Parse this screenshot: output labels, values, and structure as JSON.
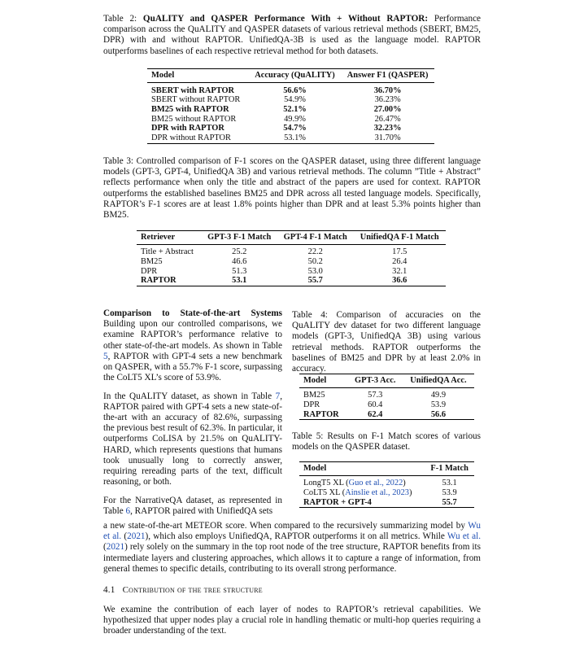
{
  "table2": {
    "caption_label": "Table 2:",
    "caption_title": "QuALITY and QASPER Performance With + Without RAPTOR:",
    "caption_text": " Performance comparison across the QuALITY and QASPER datasets of various retrieval methods (SBERT, BM25, DPR) with and without RAPTOR. UnifiedQA-3B is used as the language model. RAPTOR outperforms baselines of each respective retrieval method for both datasets.",
    "headers": [
      "Model",
      "Accuracy (QuALITY)",
      "Answer F1 (QASPER)"
    ],
    "rows": [
      [
        "SBERT with RAPTOR",
        "56.6%",
        "36.70%"
      ],
      [
        "SBERT without RAPTOR",
        "54.9%",
        "36.23%"
      ],
      [
        "BM25 with RAPTOR",
        "52.1%",
        "27.00%"
      ],
      [
        "BM25 without RAPTOR",
        "49.9%",
        "26.47%"
      ],
      [
        "DPR with RAPTOR",
        "54.7%",
        "32.23%"
      ],
      [
        "DPR without RAPTOR",
        "53.1%",
        "31.70%"
      ]
    ]
  },
  "table3": {
    "caption": "Table 3: Controlled comparison of F-1 scores on the QASPER dataset, using three different language models (GPT-3, GPT-4, UnifiedQA 3B) and various retrieval methods. The column ”Title + Abstract” reflects performance when only the title and abstract of the papers are used for context. RAPTOR outperforms the established baselines BM25 and DPR across all tested language models. Specifically, RAPTOR’s F-1 scores are at least 1.8% points higher than DPR and at least 5.3% points higher than BM25.",
    "headers": [
      "Retriever",
      "GPT-3 F-1 Match",
      "GPT-4 F-1 Match",
      "UnifiedQA F-1 Match"
    ],
    "rows": [
      [
        "Title + Abstract",
        "25.2",
        "22.2",
        "17.5"
      ],
      [
        "BM25",
        "46.6",
        "50.2",
        "26.4"
      ],
      [
        "DPR",
        "51.3",
        "53.0",
        "32.1"
      ],
      [
        "RAPTOR",
        "53.1",
        "55.7",
        "36.6"
      ]
    ]
  },
  "left_col": {
    "heading": "Comparison to State-of-the-art Systems",
    "p1_rest": " Building upon our controlled comparisons, we examine RAPTOR’s performance relative to other state-of-the-art models. As shown in Table ",
    "p1_ref": "5",
    "p1_end": ", RAPTOR with GPT-4 sets a new benchmark on QASPER, with a 55.7% F-1 score, surpassing the CoLT5 XL’s score of 53.9%.",
    "p2_start": "In the QuALITY dataset, as shown in Table ",
    "p2_ref": "7",
    "p2_end": ", RAPTOR paired with GPT-4 sets a new state-of-the-art with an accuracy of 82.6%, surpassing the previous best result of 62.3%. In particular, it outperforms CoLISA by 21.5% on QuALITY-HARD, which represents questions that humans took unusually long to correctly answer, requiring rereading parts of the text, difficult reasoning, or both.",
    "p3_start": "For the NarrativeQA dataset, as represented in Table ",
    "p3_ref": "6",
    "p3_end": ", RAPTOR paired with UnifiedQA sets"
  },
  "table4": {
    "caption": "Table 4: Comparison of accuracies on the QuALITY dev dataset for two different language models (GPT-3, UnifiedQA 3B) using various retrieval methods. RAPTOR outperforms the baselines of BM25 and DPR by at least 2.0% in accuracy.",
    "headers": [
      "Model",
      "GPT-3 Acc.",
      "UnifiedQA Acc."
    ],
    "rows": [
      [
        "BM25",
        "57.3",
        "49.9"
      ],
      [
        "DPR",
        "60.4",
        "53.9"
      ],
      [
        "RAPTOR",
        "62.4",
        "56.6"
      ]
    ]
  },
  "table5": {
    "caption": "Table 5: Results on F-1 Match scores of various models on the QASPER dataset.",
    "headers": [
      "Model",
      "F-1 Match"
    ],
    "rows": [
      {
        "name": "LongT5 XL (",
        "cite": "Guo et al., 2022",
        "close": ")",
        "value": "53.1"
      },
      {
        "name": "CoLT5 XL (",
        "cite": "Ainslie et al., 2023",
        "close": ")",
        "value": "53.9"
      },
      {
        "name": "RAPTOR + GPT-4",
        "cite": "",
        "close": "",
        "value": "55.7"
      }
    ]
  },
  "full_para": {
    "t1": "a new state-of-the-art METEOR score. When compared to the recursively summarizing model by ",
    "c1": "Wu et al.",
    "t2": " (",
    "c2": "2021",
    "t3": "), which also employs UnifiedQA, RAPTOR outperforms it on all metrics. While ",
    "c3": "Wu et al.",
    "t4": " (",
    "c4": "2021",
    "t5": ") rely solely on the summary in the top root node of the tree structure, RAPTOR benefits from its intermediate layers and clustering approaches, which allows it to capture a range of information, from general themes to specific details, contributing to its overall strong performance."
  },
  "section": {
    "number": "4.1",
    "title": "Contribution of the tree structure"
  },
  "last_para": "We examine the contribution of each layer of nodes to RAPTOR’s retrieval capabilities. We hypothesized that upper nodes play a crucial role in handling thematic or multi-hop queries requiring a broader understanding of the text."
}
